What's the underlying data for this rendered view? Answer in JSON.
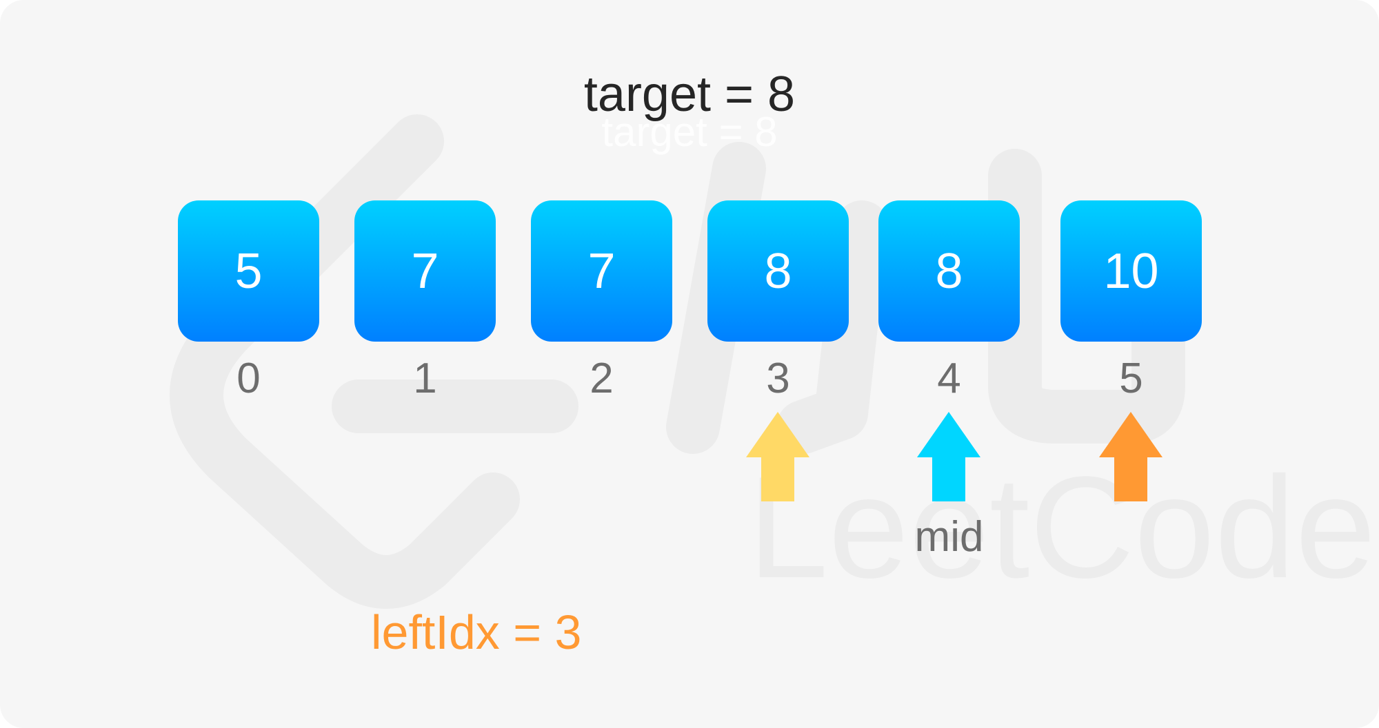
{
  "title": "target = 8",
  "title_ghost": "target = 8",
  "array": {
    "values": [
      "5",
      "7",
      "7",
      "8",
      "8",
      "10"
    ],
    "indices": [
      "0",
      "1",
      "2",
      "3",
      "4",
      "5"
    ]
  },
  "pointers": {
    "left": {
      "index": 3,
      "color": "#ffd966"
    },
    "mid": {
      "index": 4,
      "color": "#00d6ff",
      "label": "mid"
    },
    "right": {
      "index": 5,
      "color": "#ff9933"
    }
  },
  "result_label": "leftIdx = 3",
  "colors": {
    "background": "#f6f6f6",
    "cell_top": "#00d0ff",
    "cell_bottom": "#0080ff",
    "title_text": "#262626",
    "index_text": "#6d6d6d",
    "result_text": "#ff9933",
    "watermark": "#ececec"
  },
  "watermark_text": "LeetCode"
}
